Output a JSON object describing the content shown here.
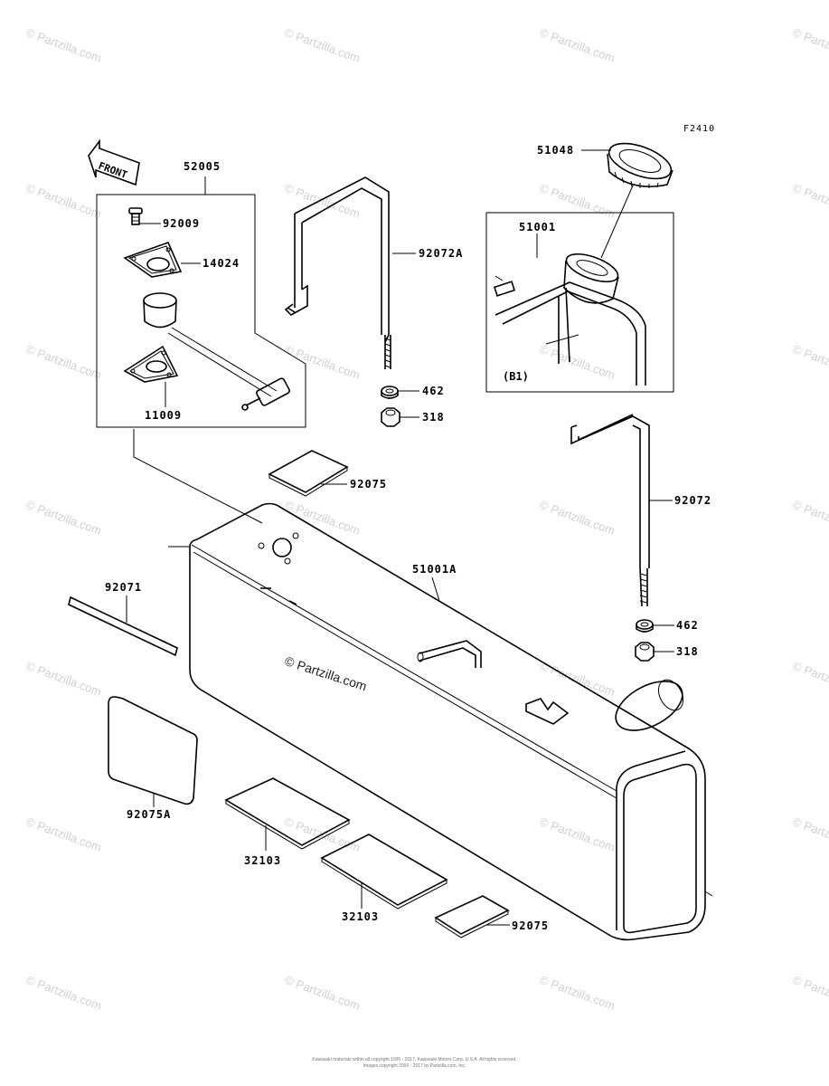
{
  "figure_code": "F2410",
  "front_label": "FRONT",
  "subassembly_label": "(B1)",
  "watermark_text": "© Partzilla.com",
  "center_watermark": "© Partzilla.com",
  "footer": {
    "line1": "Kawasaki materials within all copyright 1995 - 2017, Kawasaki Motors Corp. U.S.A. All rights reserved.",
    "line2": "Images copyright 2000 - 2017 by Partzilla.com, Inc."
  },
  "parts": [
    {
      "id": "52005",
      "text": "52005"
    },
    {
      "id": "92009",
      "text": "92009"
    },
    {
      "id": "14024",
      "text": "14024"
    },
    {
      "id": "11009",
      "text": "11009"
    },
    {
      "id": "92072A",
      "text": "92072A"
    },
    {
      "id": "462a",
      "text": "462"
    },
    {
      "id": "318a",
      "text": "318"
    },
    {
      "id": "51048",
      "text": "51048"
    },
    {
      "id": "51001",
      "text": "51001"
    },
    {
      "id": "92075a",
      "text": "92075"
    },
    {
      "id": "92072",
      "text": "92072"
    },
    {
      "id": "51001A",
      "text": "51001A"
    },
    {
      "id": "92071",
      "text": "92071"
    },
    {
      "id": "462b",
      "text": "462"
    },
    {
      "id": "318b",
      "text": "318"
    },
    {
      "id": "92075A",
      "text": "92075A"
    },
    {
      "id": "32103a",
      "text": "32103"
    },
    {
      "id": "32103b",
      "text": "32103"
    },
    {
      "id": "92075b",
      "text": "92075"
    }
  ]
}
